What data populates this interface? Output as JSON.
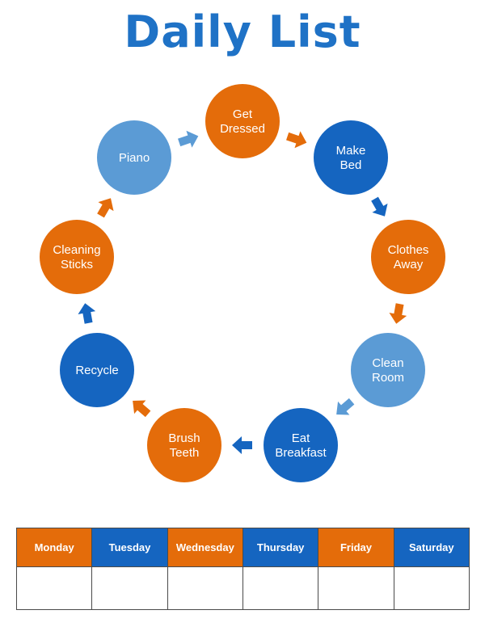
{
  "title": "Daily List",
  "colors": {
    "title": "#1f72c6",
    "orange": "#e46c0a",
    "dark_blue": "#1565c0",
    "light_blue": "#5b9bd5"
  },
  "cycle": {
    "nodes": [
      {
        "lines": [
          "Get",
          "Dressed"
        ],
        "color": "orange"
      },
      {
        "lines": [
          "Make",
          "Bed"
        ],
        "color": "dark_blue"
      },
      {
        "lines": [
          "Clothes",
          "Away"
        ],
        "color": "orange"
      },
      {
        "lines": [
          "Clean",
          "Room"
        ],
        "color": "light_blue"
      },
      {
        "lines": [
          "Eat",
          "Breakfast"
        ],
        "color": "dark_blue"
      },
      {
        "lines": [
          "Brush",
          "Teeth"
        ],
        "color": "orange"
      },
      {
        "lines": [
          "Recycle"
        ],
        "color": "dark_blue"
      },
      {
        "lines": [
          "Cleaning",
          "Sticks"
        ],
        "color": "orange"
      },
      {
        "lines": [
          "Piano"
        ],
        "color": "light_blue"
      }
    ],
    "arrow_colors": [
      "orange",
      "dark_blue",
      "orange",
      "light_blue",
      "dark_blue",
      "orange",
      "dark_blue",
      "orange",
      "light_blue"
    ]
  },
  "week": {
    "days": [
      {
        "label": "Monday",
        "color": "orange"
      },
      {
        "label": "Tuesday",
        "color": "dark_blue"
      },
      {
        "label": "Wednesday",
        "color": "orange"
      },
      {
        "label": "Thursday",
        "color": "dark_blue"
      },
      {
        "label": "Friday",
        "color": "orange"
      },
      {
        "label": "Saturday",
        "color": "dark_blue"
      }
    ]
  }
}
